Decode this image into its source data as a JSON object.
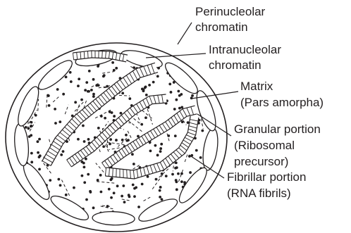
{
  "labels": {
    "perinucleolar": [
      "Perinucleolar",
      "chromatin"
    ],
    "intranucleolar": [
      "Intranucleolar",
      "chromatin"
    ],
    "matrix": [
      "Matrix",
      "(Pars amorpha)"
    ],
    "granular": [
      "Granular portion",
      "(Ribosomal",
      "precursor)"
    ],
    "fibrillar": [
      "Fibrillar portion",
      "(RNA fibrils)"
    ]
  },
  "colors": {
    "ink": "#231f20",
    "background": "#ffffff"
  }
}
